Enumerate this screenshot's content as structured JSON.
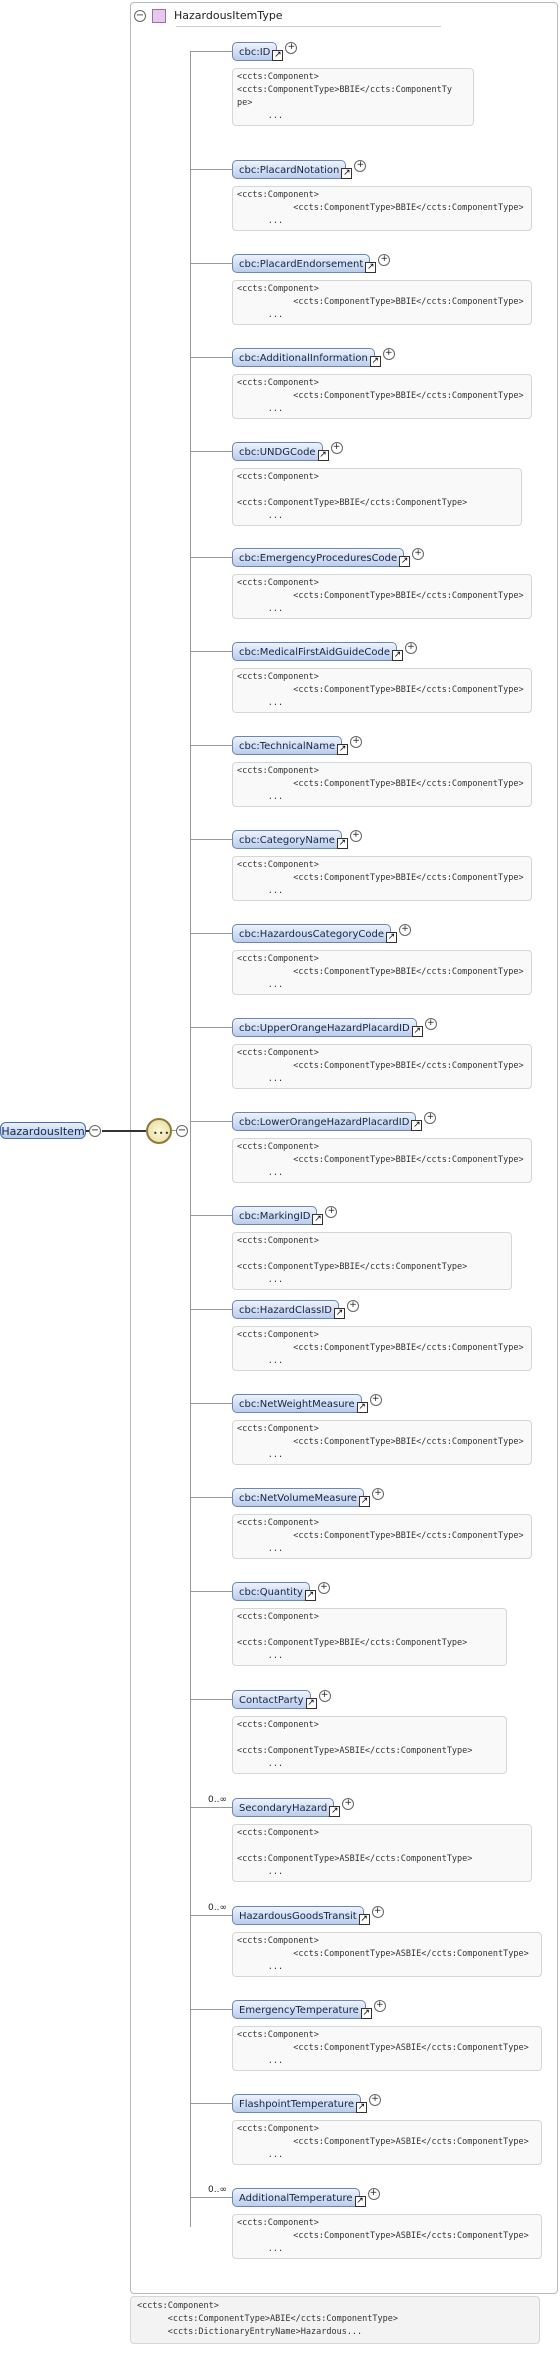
{
  "type_name": "HazardousItemType",
  "root_element": "HazardousItem",
  "elements": [
    {
      "name": "cbc:ID",
      "occurrence": "",
      "note": "<ccts:Component>\n<ccts:ComponentType>BBIE</ccts:ComponentTy\npe>\n      ..."
    },
    {
      "name": "cbc:PlacardNotation",
      "occurrence": "",
      "note": "<ccts:Component>\n           <ccts:ComponentType>BBIE</ccts:ComponentType>\n      ..."
    },
    {
      "name": "cbc:PlacardEndorsement",
      "occurrence": "",
      "note": "<ccts:Component>\n           <ccts:ComponentType>BBIE</ccts:ComponentType>\n      ..."
    },
    {
      "name": "cbc:AdditionalInformation",
      "occurrence": "",
      "note": "<ccts:Component>\n           <ccts:ComponentType>BBIE</ccts:ComponentType>\n      ..."
    },
    {
      "name": "cbc:UNDGCode",
      "occurrence": "",
      "note": "<ccts:Component>\n\n<ccts:ComponentType>BBIE</ccts:ComponentType>\n      ..."
    },
    {
      "name": "cbc:EmergencyProceduresCode",
      "occurrence": "",
      "note": "<ccts:Component>\n           <ccts:ComponentType>BBIE</ccts:ComponentType>\n      ..."
    },
    {
      "name": "cbc:MedicalFirstAidGuideCode",
      "occurrence": "",
      "note": "<ccts:Component>\n           <ccts:ComponentType>BBIE</ccts:ComponentType>\n      ..."
    },
    {
      "name": "cbc:TechnicalName",
      "occurrence": "",
      "note": "<ccts:Component>\n           <ccts:ComponentType>BBIE</ccts:ComponentType>\n      ..."
    },
    {
      "name": "cbc:CategoryName",
      "occurrence": "",
      "note": "<ccts:Component>\n           <ccts:ComponentType>BBIE</ccts:ComponentType>\n      ..."
    },
    {
      "name": "cbc:HazardousCategoryCode",
      "occurrence": "",
      "note": "<ccts:Component>\n           <ccts:ComponentType>BBIE</ccts:ComponentType>\n      ..."
    },
    {
      "name": "cbc:UpperOrangeHazardPlacardID",
      "occurrence": "",
      "note": "<ccts:Component>\n           <ccts:ComponentType>BBIE</ccts:ComponentType>\n      ..."
    },
    {
      "name": "cbc:LowerOrangeHazardPlacardID",
      "occurrence": "",
      "note": "<ccts:Component>\n           <ccts:ComponentType>BBIE</ccts:ComponentType>\n      ..."
    },
    {
      "name": "cbc:MarkingID",
      "occurrence": "",
      "note": "<ccts:Component>\n\n<ccts:ComponentType>BBIE</ccts:ComponentType>\n      ..."
    },
    {
      "name": "cbc:HazardClassID",
      "occurrence": "",
      "note": "<ccts:Component>\n           <ccts:ComponentType>BBIE</ccts:ComponentType>\n      ..."
    },
    {
      "name": "cbc:NetWeightMeasure",
      "occurrence": "",
      "note": "<ccts:Component>\n           <ccts:ComponentType>BBIE</ccts:ComponentType>\n      ..."
    },
    {
      "name": "cbc:NetVolumeMeasure",
      "occurrence": "",
      "note": "<ccts:Component>\n           <ccts:ComponentType>BBIE</ccts:ComponentType>\n      ..."
    },
    {
      "name": "cbc:Quantity",
      "occurrence": "",
      "note": "<ccts:Component>\n\n<ccts:ComponentType>BBIE</ccts:ComponentType>\n      ..."
    },
    {
      "name": "ContactParty",
      "occurrence": "",
      "note": "<ccts:Component>\n\n<ccts:ComponentType>ASBIE</ccts:ComponentType>\n      ..."
    },
    {
      "name": "SecondaryHazard",
      "occurrence": "0..∞",
      "note": "<ccts:Component>\n\n<ccts:ComponentType>ASBIE</ccts:ComponentType>\n      ..."
    },
    {
      "name": "HazardousGoodsTransit",
      "occurrence": "0..∞",
      "note": "<ccts:Component>\n           <ccts:ComponentType>ASBIE</ccts:ComponentType>\n      ..."
    },
    {
      "name": "EmergencyTemperature",
      "occurrence": "",
      "note": "<ccts:Component>\n           <ccts:ComponentType>ASBIE</ccts:ComponentType>\n      ..."
    },
    {
      "name": "FlashpointTemperature",
      "occurrence": "",
      "note": "<ccts:Component>\n           <ccts:ComponentType>ASBIE</ccts:ComponentType>\n      ..."
    },
    {
      "name": "AdditionalTemperature",
      "occurrence": "0..∞",
      "note": "<ccts:Component>\n           <ccts:ComponentType>ASBIE</ccts:ComponentType>\n      ..."
    }
  ],
  "bottom_note": "<ccts:Component>\n      <ccts:ComponentType>ABIE</ccts:ComponentType>\n      <ccts:DictionaryEntryName>Hazardous..."
}
